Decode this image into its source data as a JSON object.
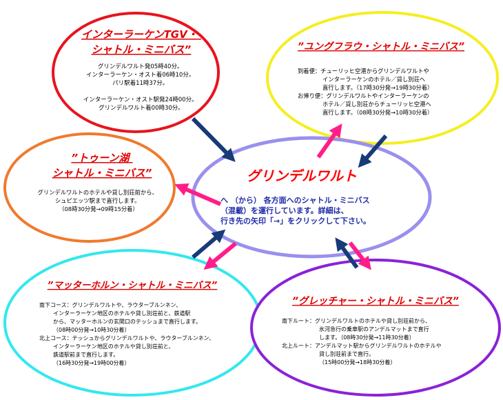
{
  "center": {
    "title": "グリンデルワルト",
    "lines": [
      "へ （から） 各方面へのシャトル・ミニバス",
      "（混載）を運行しています。詳細は、",
      "行き先の矢印「→」をクリックして下さい。"
    ]
  },
  "tgv": {
    "title_lines": [
      "インターラーケンTGV・",
      "シャトル・ミニバス”"
    ],
    "lines": [
      "グリンデルワルト発05時40分。",
      "インターラーケン・オスト着06時10分。",
      "パリ駅着11時37分。",
      "",
      "インターラーケン・オスト駅発24時00分。",
      "グリンデルワルト着00時30分。"
    ]
  },
  "jungfrau": {
    "title_lines": [
      "”ユングフラウ・シャトル・ミニバス”"
    ],
    "lines": [
      "到着便：チューリッヒ空港からグリンデルワルトや",
      "インターラーケンのホテル／貸し別荘へ",
      "直行します。（17時30分発→19時30分着）",
      "お帰り便：グリンデルワルトやインターラーケンの",
      "ホテル／貸し別荘からチューリッヒ空港へ",
      "直行します。（08時30分発→10時30分着）"
    ]
  },
  "thun": {
    "title_lines": [
      "”トゥーン湖",
      "シャトル・ミニバス”"
    ],
    "lines": [
      "グリンデルワルトのホテルや貸し別荘前から、",
      "シュピエッツ駅まで直行します。",
      "（08時30分発→09時15分着）"
    ]
  },
  "matterhorn": {
    "title_lines": [
      "”マッターホルン・シャトル・ミニバス”"
    ],
    "lines": [
      "南下コース：グリンデルワルトや、ラウターブルンネン、",
      "インターラーケン地区のホテルや貸し別荘前と、鉄道駅",
      "から、マッターホルンの玄関口のテッシュまで直行します。",
      "（08時00分発→10時30分着）",
      "北上コース：テッシュからグリンデルワルトや、ラウターブルンネン、",
      "インターラーケン地区のホテルや貸し別荘前と、",
      "鉄道駅前まで直行します。",
      "（16時30分発→19時00分着）"
    ]
  },
  "gletscher": {
    "title_lines": [
      "”グレッチャー・シャトル・ミニバス”"
    ],
    "lines": [
      "南下ルート：グリンデルワルトのホテルや貸し別荘前から、",
      "氷河急行の乗車駅のアンデルマットまで直行",
      "します。（08時30分発→11時30分着）",
      "北上ルート：アンデルマット駅からグリンデルワルトのホテルや",
      "貸し別荘前まで直行。",
      "（15時00分発→18時30分着）"
    ]
  },
  "colors": {
    "tgv": "#e8141e",
    "jungfrau": "#f5ee22",
    "thun": "#f07a2c",
    "center": "#9a90ee",
    "matterhorn": "#33e8ee",
    "gletscher": "#8a22d8",
    "arrow_in": "#173a78",
    "arrow_out": "#ff1e88"
  }
}
